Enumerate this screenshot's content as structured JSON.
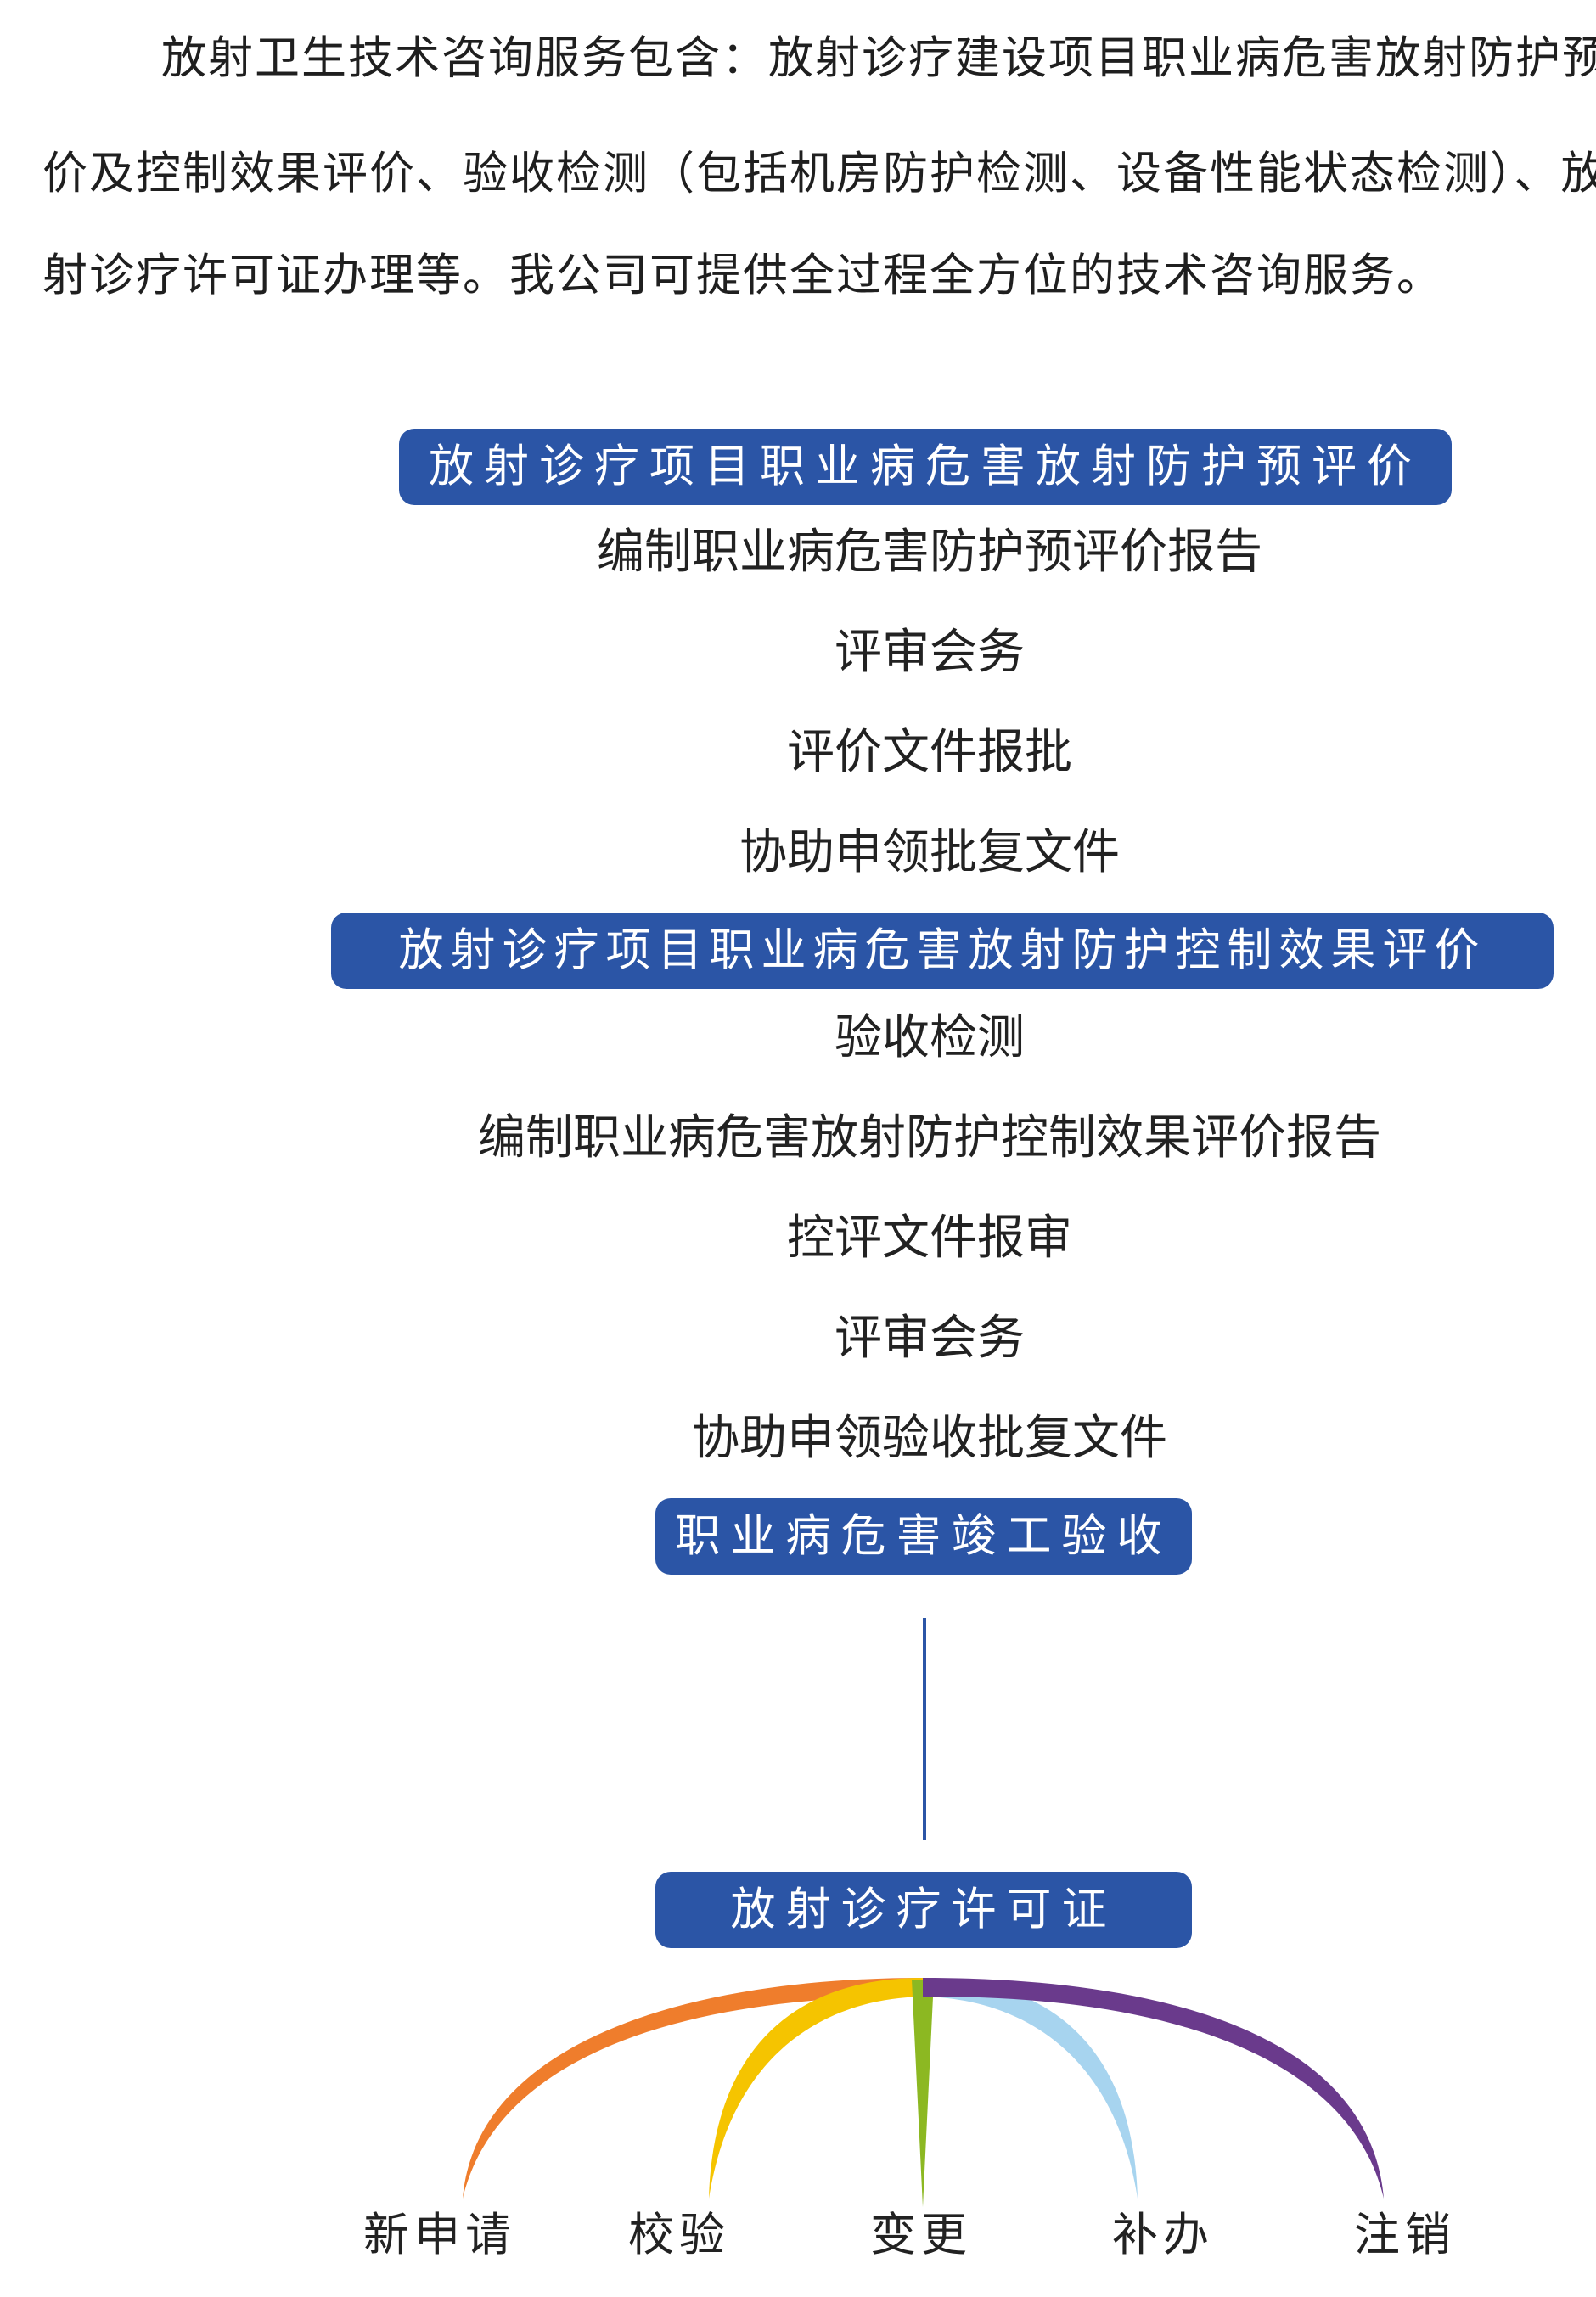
{
  "intro": {
    "lines": [
      "放射卫生技术咨询服务包含：放射诊疗建设项目职业病危害放射防护预评",
      "价及控制效果评价、验收检测（包括机房防护检测、设备性能状态检测）、放",
      "射诊疗许可证办理等。我公司可提供全过程全方位的技术咨询服务。"
    ]
  },
  "stage1": {
    "title": "放射诊疗项目职业病危害放射防护预评价",
    "steps": [
      "编制职业病危害防护预评价报告",
      "评审会务",
      "评价文件报批",
      "协助申领批复文件"
    ]
  },
  "stage2": {
    "title": "放射诊疗项目职业病危害放射防护控制效果评价",
    "steps": [
      "验收检测",
      "编制职业病危害放射防护控制效果评价报告",
      "控评文件报审",
      "评审会务",
      "协助申领验收批复文件"
    ]
  },
  "stage3": {
    "title": "职业病危害竣工验收"
  },
  "stage4": {
    "title": "放射诊疗许可证"
  },
  "branches": [
    {
      "label": "新申请",
      "color": "#ef7d2c"
    },
    {
      "label": "校验",
      "color": "#f5c400"
    },
    {
      "label": "变更",
      "color": "#8cb822"
    },
    {
      "label": "补办",
      "color": "#a7d4ef"
    },
    {
      "label": "注销",
      "color": "#6a3a8c"
    }
  ],
  "colors": {
    "accent": "#2b55a6",
    "pill_text": "#ffffff"
  }
}
